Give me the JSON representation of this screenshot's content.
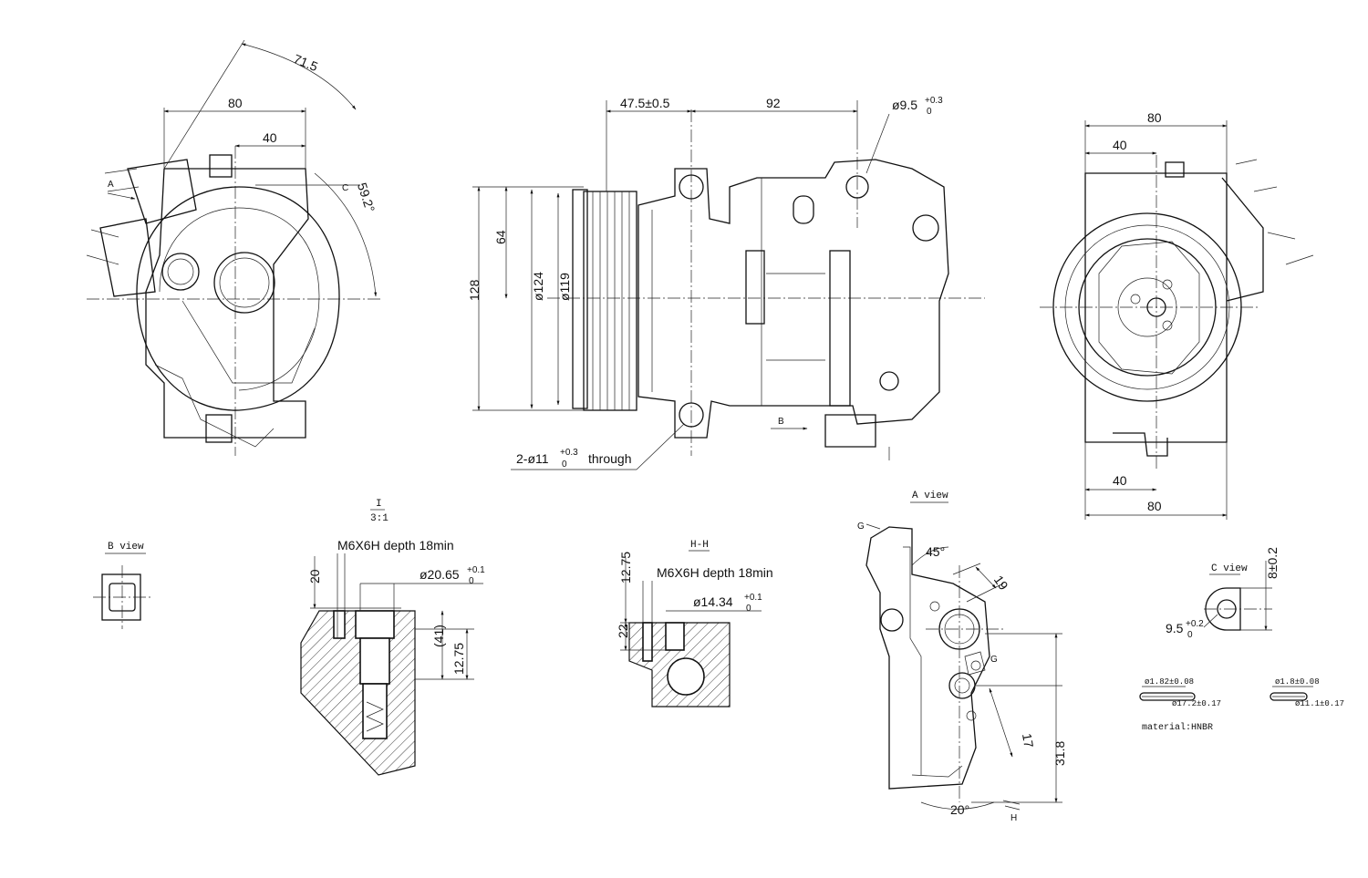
{
  "views": {
    "b_view": "B view",
    "a_view": "A view",
    "c_view": "C view",
    "hh": "H-H",
    "detail_i_num": "I",
    "detail_i_scale": "3:1"
  },
  "markers": {
    "a": "A",
    "b": "B",
    "c": "C",
    "g1": "G",
    "g2": "G",
    "h": "H"
  },
  "dims": {
    "left_71_5": "71.5",
    "left_80": "80",
    "left_40": "40",
    "left_59_2": "59.2°",
    "side_47_5": "47.5±0.5",
    "side_92": "92",
    "side_phi9_5": "ø9.5",
    "side_phi9_5_tol_up": "+0.3",
    "side_phi9_5_tol_dn": "0",
    "side_128": "128",
    "side_64": "64",
    "side_phi124": "ø124",
    "side_phi119": "ø119",
    "side_hole_prefix": "2-ø11",
    "side_hole_tol_up": "+0.3",
    "side_hole_tol_dn": "0",
    "side_hole_suffix": "through",
    "right_80_top": "80",
    "right_40_top": "40",
    "right_40_bottom": "40",
    "right_80_bottom": "80",
    "det_thread": "M6X6H depth 18min",
    "det_20": "20",
    "det_phi20_65": "ø20.65",
    "det_phi20_65_tol_up": "+0.1",
    "det_phi20_65_tol_dn": "0",
    "det_41": "(41)",
    "det_12_75": "12.75",
    "hh_thread": "M6X6H depth 18min",
    "hh_12_75": "12.75",
    "hh_phi14_34": "ø14.34",
    "hh_phi14_34_tol_up": "+0.1",
    "hh_phi14_34_tol_dn": "0",
    "hh_22": "22",
    "av_45": "45°",
    "av_19": "19",
    "av_17": "17",
    "av_31_8": "31.8",
    "av_20": "20°",
    "cv_8": "8±0.2",
    "cv_9_5": "9.5",
    "cv_9_5_tol_up": "+0.2",
    "cv_9_5_tol_dn": "0"
  },
  "orings": {
    "ring1_cs": "ø1.82±0.08",
    "ring1_id": "ø17.2±0.17",
    "ring2_cs": "ø1.8±0.08",
    "ring2_id": "ø11.1±0.17",
    "material": "material:HNBR"
  }
}
